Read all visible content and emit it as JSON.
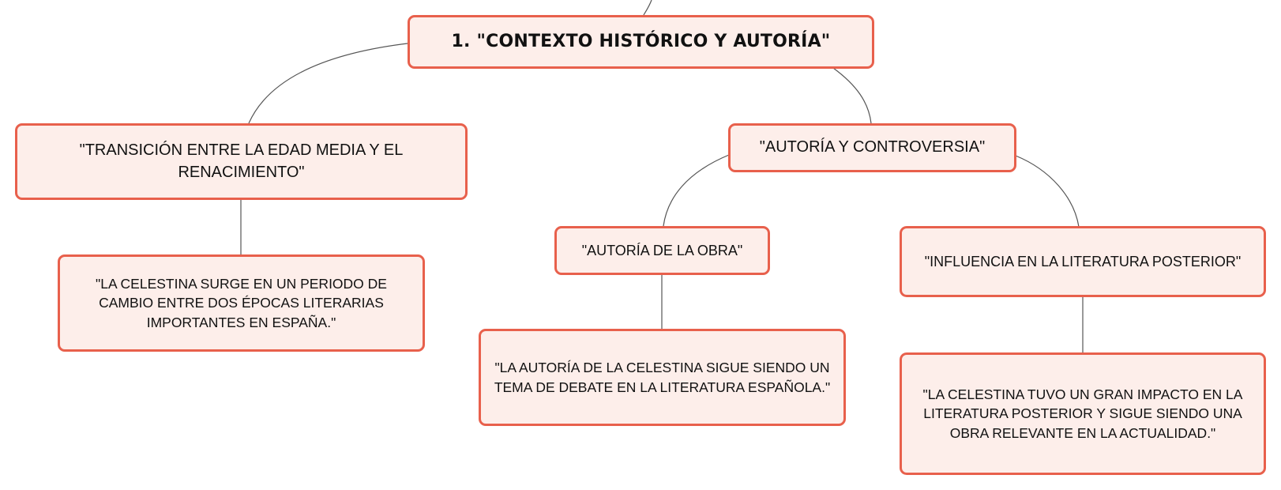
{
  "colors": {
    "node_fill": "#fdeeea",
    "node_border": "#e8604c",
    "connector": "#555555",
    "text": "#111111"
  },
  "mindmap": {
    "root": {
      "label": "1. \"CONTEXTO HISTÓRICO Y AUTORÍA\""
    },
    "transicion": {
      "label": "\"TRANSICIÓN ENTRE LA EDAD MEDIA Y EL RENACIMIENTO\"",
      "detail": "\"LA CELESTINA SURGE EN UN PERIODO DE CAMBIO ENTRE DOS ÉPOCAS LITERARIAS IMPORTANTES EN ESPAÑA.\""
    },
    "autoria_controversia": {
      "label": "\"AUTORÍA Y CONTROVERSIA\""
    },
    "autoria_obra": {
      "label": "\"AUTORÍA DE LA OBRA\"",
      "detail": "\"LA AUTORÍA DE LA CELESTINA SIGUE SIENDO UN TEMA DE DEBATE EN LA LITERATURA ESPAÑOLA.\""
    },
    "influencia": {
      "label": "\"INFLUENCIA EN LA LITERATURA POSTERIOR\"",
      "detail": "\"LA CELESTINA TUVO UN GRAN IMPACTO EN LA LITERATURA POSTERIOR Y SIGUE SIENDO UNA OBRA RELEVANTE EN LA ACTUALIDAD.\""
    }
  }
}
